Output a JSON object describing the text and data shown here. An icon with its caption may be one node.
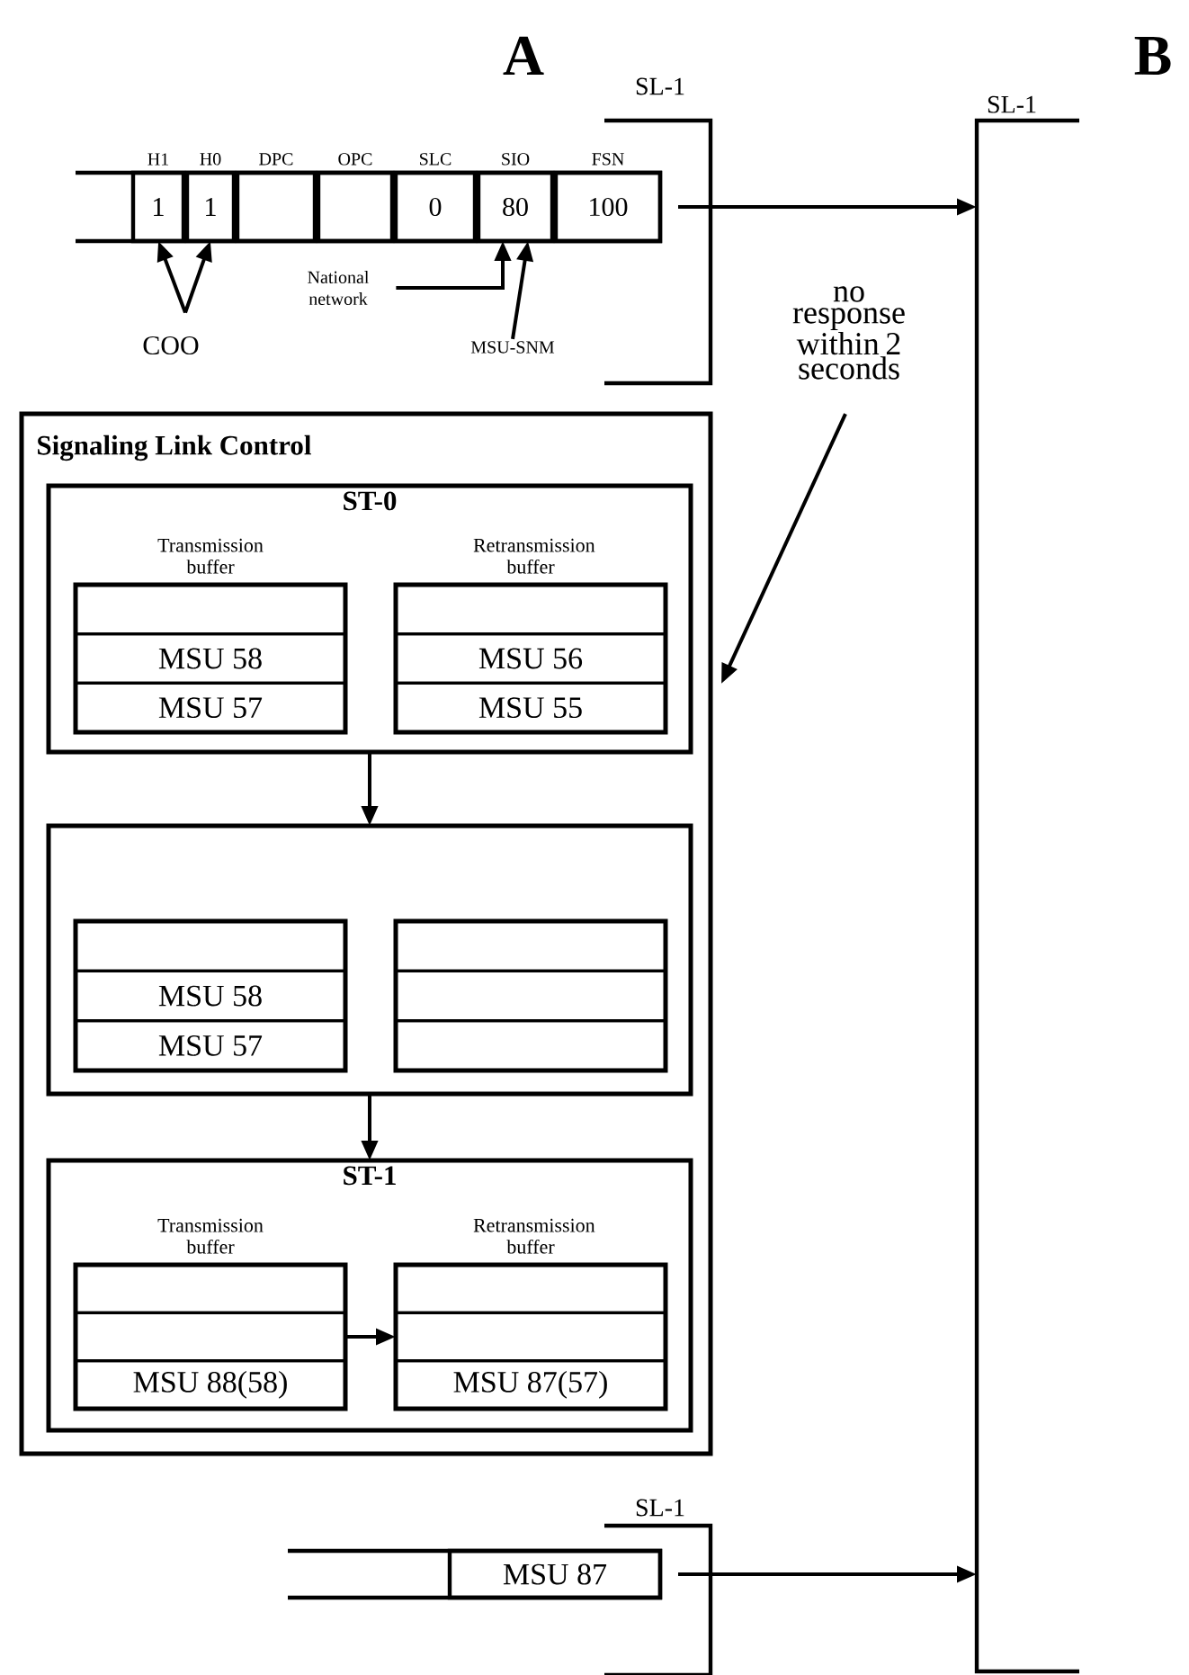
{
  "diagram": {
    "nodes": [
      {
        "text": [],
        "shape": "box"
      },
      {
        "text": [
          "H1",
          "1"
        ],
        "in": 0
      },
      {
        "text": [
          "H0",
          "1"
        ],
        "in": 0
      },
      {
        "text": [
          "DPC"
        ],
        "in": 0
      },
      {
        "text": [
          "OPC"
        ],
        "in": 0
      },
      {
        "text": [
          "SLC",
          "0"
        ],
        "in": 0
      },
      {
        "text": [
          "SIO",
          "80"
        ],
        "in": 0
      },
      {
        "text": [
          "FSN",
          "100"
        ],
        "in": 0
      },
      {
        "text": [
          "COO"
        ]
      },
      {
        "text": [
          "National network"
        ]
      },
      {
        "text": [
          "MSU-SNM"
        ]
      },
      {
        "text": [
          "SL-1"
        ]
      },
      {
        "text": [
          "no response within 2 seconds"
        ]
      },
      {
        "text": [
          "Signaling Link Control"
        ]
      },
      {
        "text": [
          "ST-0"
        ],
        "in": 13
      },
      {
        "text": [
          "Transmission buffer"
        ],
        "in": 14
      },
      {
        "text": [],
        "shape": "box",
        "in": 15
      },
      {
        "text": [
          "MSU 58"
        ],
        "in": 15
      },
      {
        "text": [
          "MSU 57"
        ],
        "in": 15
      },
      {
        "text": [
          "Retransmission buffer"
        ],
        "in": 14
      },
      {
        "text": [],
        "shape": "box",
        "in": 19
      },
      {
        "text": [
          "MSU 56"
        ],
        "in": 19
      },
      {
        "text": [
          "MSU 55"
        ],
        "in": 19
      },
      {
        "text": [],
        "shape": "box",
        "in": 13
      },
      {
        "text": [],
        "shape": "box",
        "in": 23
      },
      {
        "text": [],
        "shape": "box",
        "in": 24
      },
      {
        "text": [
          "MSU 58"
        ],
        "in": 24
      },
      {
        "text": [
          "MSU 57"
        ],
        "in": 24
      },
      {
        "text": [],
        "shape": "box",
        "in": 23
      },
      {
        "text": [],
        "shape": "box",
        "in": 28
      },
      {
        "text": [],
        "shape": "box",
        "in": 28
      },
      {
        "text": [],
        "shape": "box",
        "in": 28
      },
      {
        "text": [
          "ST-1"
        ],
        "in": 13
      },
      {
        "text": [
          "Transmission buffer"
        ],
        "in": 32
      },
      {
        "text": [],
        "shape": "box",
        "in": 33
      },
      {
        "text": [],
        "shape": "box",
        "in": 33
      },
      {
        "text": [
          "MSU 88(58)"
        ],
        "in": 33
      },
      {
        "text": [
          "Retransmission buffer"
        ],
        "in": 32
      },
      {
        "text": [],
        "shape": "box",
        "in": 37
      },
      {
        "text": [],
        "shape": "box",
        "in": 37
      },
      {
        "text": [
          "MSU 87(57)"
        ],
        "in": 37
      },
      {
        "text": [],
        "shape": "box"
      },
      {
        "text": [
          "MSU 87"
        ],
        "in": 41
      }
    ],
    "edges": [
      {
        "from": 0,
        "to": 11,
        "arrow": "to"
      },
      {
        "from": 8,
        "to": 1,
        "arrow": "to"
      },
      {
        "from": 8,
        "to": 2,
        "arrow": "to"
      },
      {
        "from": 9,
        "to": 6,
        "arrow": "to"
      },
      {
        "from": 10,
        "to": 6,
        "arrow": "to"
      },
      {
        "from": 12,
        "to": 13,
        "arrow": "to"
      },
      {
        "from": 14,
        "to": 23,
        "arrow": "to"
      },
      {
        "from": 23,
        "to": 32,
        "arrow": "to"
      },
      {
        "from": 35,
        "to": 39,
        "arrow": "to"
      },
      {
        "from": 41,
        "to": 11,
        "arrow": "to"
      }
    ],
    "labels": [
      "A",
      "SL-1",
      "B",
      "SL-1"
    ]
  }
}
